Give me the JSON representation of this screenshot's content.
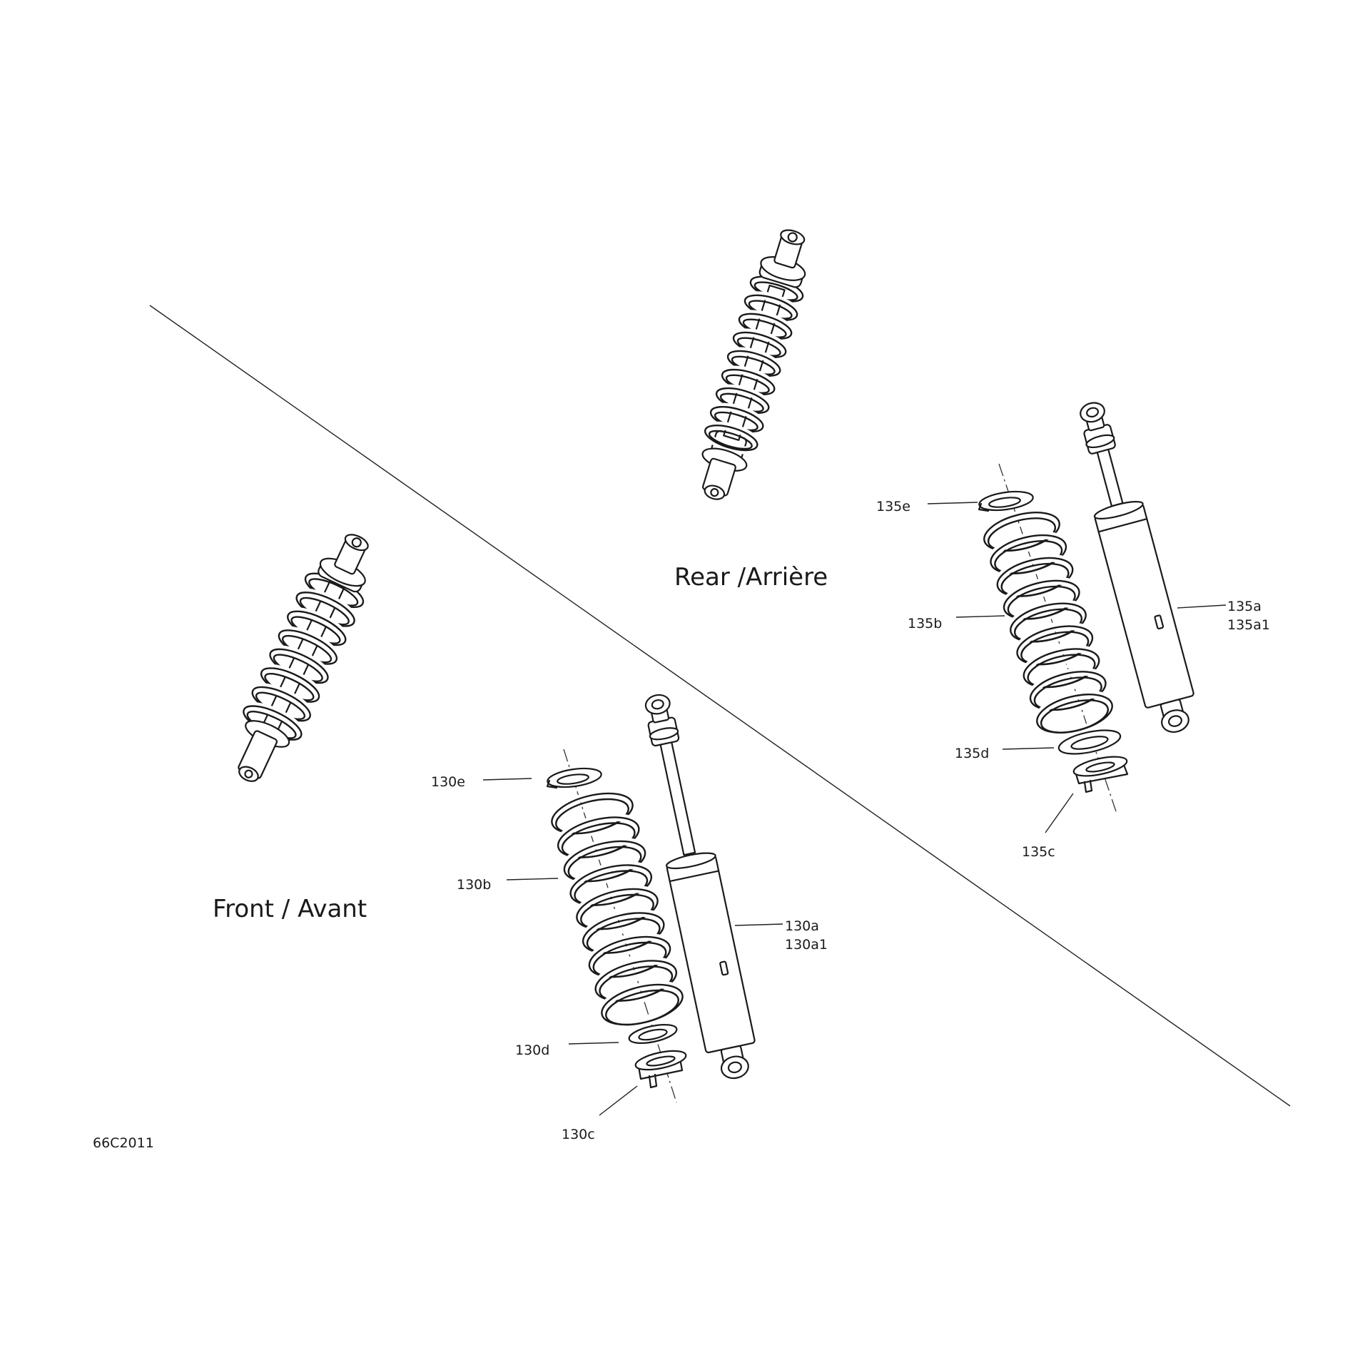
{
  "diagram": {
    "figure_code": "66C2011",
    "sections": {
      "rear": "Rear /Arrière",
      "front": "Front / Avant"
    },
    "callouts": {
      "p135e": "135e",
      "p135b": "135b",
      "p135a": "135a",
      "p135a1": "135a1",
      "p135d": "135d",
      "p135c": "135c",
      "p130e": "130e",
      "p130b": "130b",
      "p130a": "130a",
      "p130a1": "130a1",
      "p130d": "130d",
      "p130c": "130c"
    }
  }
}
